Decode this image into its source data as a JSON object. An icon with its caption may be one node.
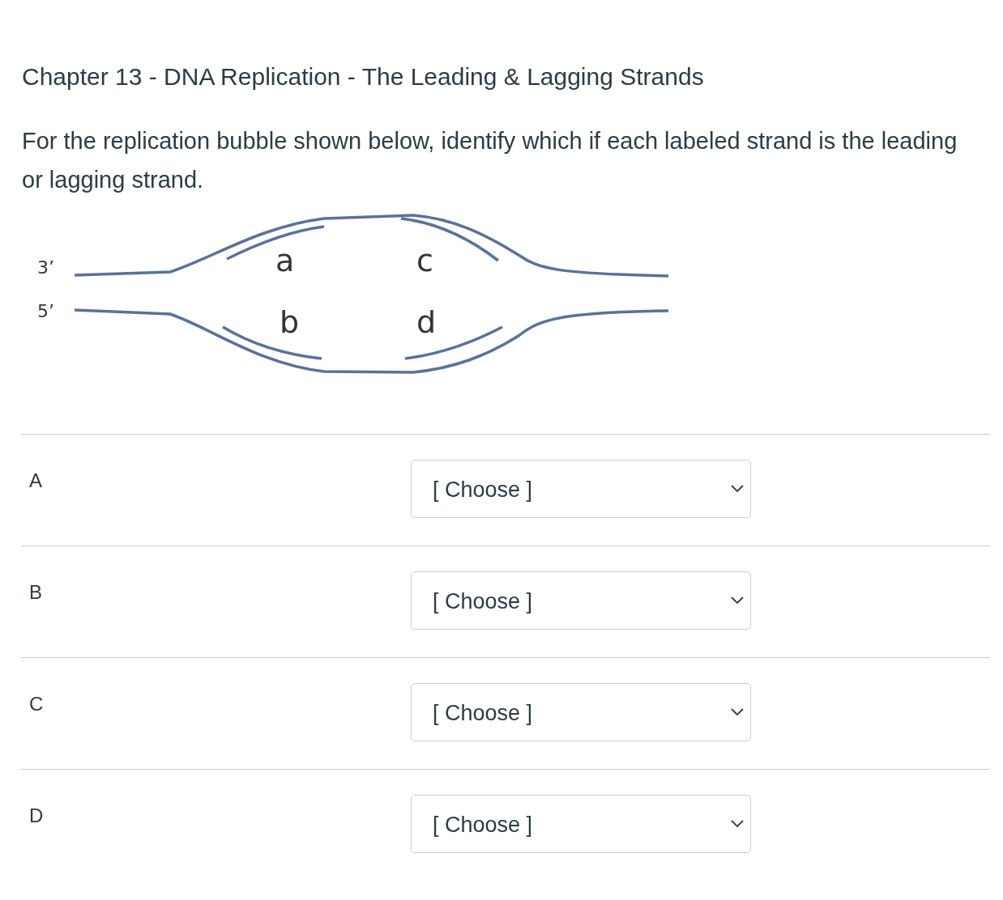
{
  "diagram": {
    "title": "Chapter 13 - DNA Replication - The Leading & Lagging Strands",
    "labels": [
      "For the replication bubble shown below, identify which if each labeled strand is the leading or lagging strand.",
      "3’",
      "a",
      "c",
      "5’",
      "b",
      "d",
      "A",
      "[ Choose ]",
      "B",
      "[ Choose ]",
      "C",
      "[ Choose ]",
      "D",
      "[ Choose ]"
    ]
  }
}
